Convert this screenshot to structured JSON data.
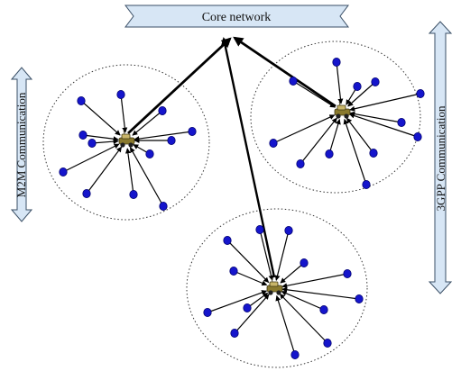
{
  "core": {
    "label": "Core network"
  },
  "side_labels": {
    "left": "M2M Communication",
    "right": "3GPP Communication"
  },
  "colors": {
    "banner_fill": "#d7e6f5",
    "banner_stroke": "#3a4f66",
    "node_fill": "#1515cc",
    "edge": "#000000",
    "circle": "#333333",
    "vehicle": "#8a7a2e"
  },
  "icons": {
    "gateway": "vehicle-gateway-icon",
    "device": "device-node-icon"
  },
  "clusters": [
    {
      "name": "left",
      "devices": 12
    },
    {
      "name": "right",
      "devices": 12
    },
    {
      "name": "bottom",
      "devices": 13
    }
  ]
}
